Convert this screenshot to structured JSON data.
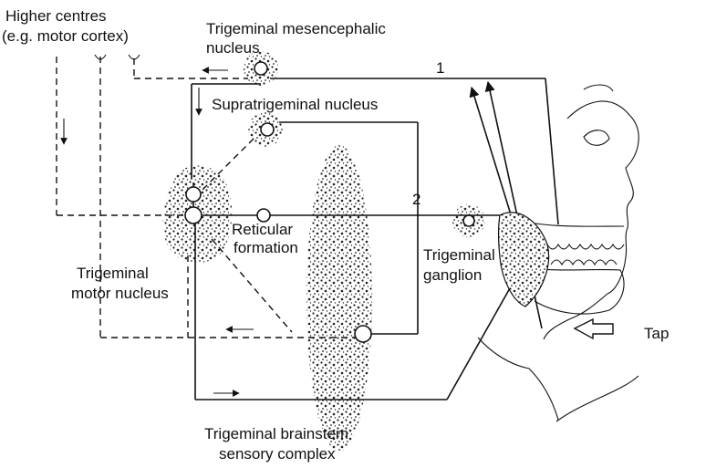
{
  "labels": {
    "higher_centres_line1": "Higher centres",
    "higher_centres_line2": "(e.g. motor cortex)",
    "mesencephalic_line1": "Trigeminal mesencephalic",
    "mesencephalic_line2": "nucleus",
    "supratrigeminal": "Supratrigeminal nucleus",
    "reticular_line1": "Reticular",
    "reticular_line2": "formation",
    "motor_nucleus_line1": "Trigeminal",
    "motor_nucleus_line2": "motor nucleus",
    "ganglion_line1": "Trigeminal",
    "ganglion_line2": "ganglion",
    "brainstem_line1": "Trigeminal brainstem",
    "brainstem_line2": "sensory complex",
    "pathway_1": "1",
    "pathway_2": "2",
    "tap": "Tap"
  }
}
